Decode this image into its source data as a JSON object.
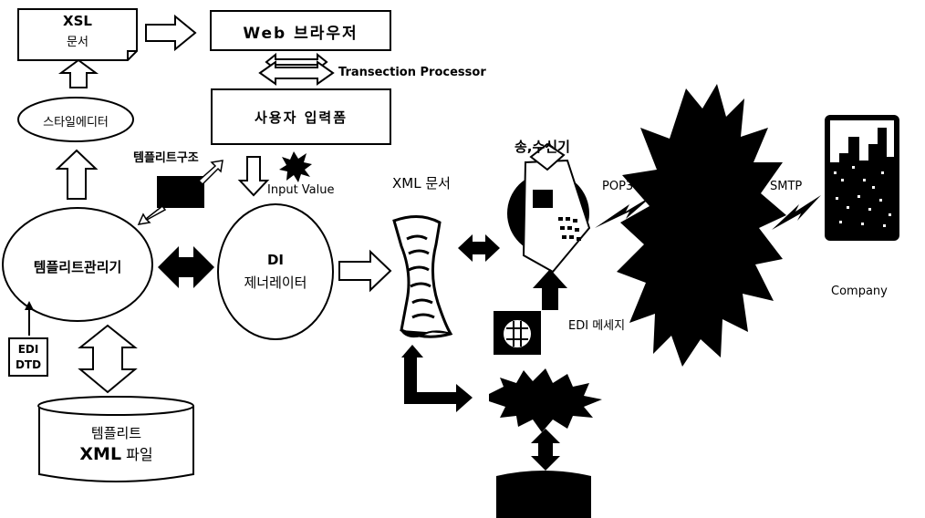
{
  "xsl_doc": {
    "line1": "XSL",
    "line2": "문서"
  },
  "browser": {
    "label": "Web 브라우저"
  },
  "transaction": {
    "label": "Transection Processor"
  },
  "user_form": {
    "label": "사용자 입력폼"
  },
  "style_editor": {
    "label": "스타일에디터"
  },
  "template_structure": {
    "label": "템플리트구조"
  },
  "input_value": {
    "label": "Input Value"
  },
  "template_manager": {
    "label": "템플리트관리기"
  },
  "di_generator": {
    "line1": "DI",
    "line2": "제너레이터"
  },
  "edi_dtd": {
    "line1": "EDI",
    "line2": "DTD"
  },
  "template_xml_file": {
    "line1": "템플리트",
    "line2_a": "XML",
    "line2_b": "파일"
  },
  "xml_doc": {
    "label": "XML 문서"
  },
  "transceiver": {
    "label": "송,수신기"
  },
  "edi_message": {
    "label": "EDI 메세지"
  },
  "pop3": {
    "label": "POP3"
  },
  "smtp": {
    "label": "SMTP"
  },
  "company": {
    "label": "Company"
  },
  "colors": {
    "ink": "#000000",
    "paper": "#ffffff"
  }
}
